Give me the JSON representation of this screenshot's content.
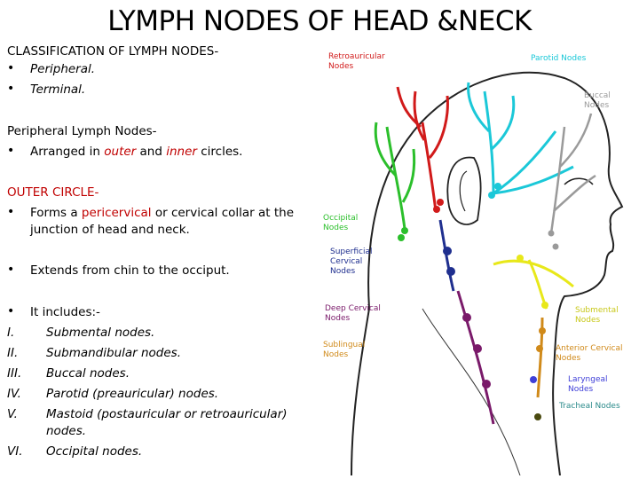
{
  "title": "LYMPH NODES OF HEAD &NECK",
  "classification": {
    "heading": "CLASSIFICATION OF LYMPH NODES-",
    "items": [
      "Peripheral.",
      "Terminal."
    ]
  },
  "peripheral": {
    "heading": "Peripheral Lymph Nodes-",
    "bullet_pre": "Arranged in ",
    "outer": "outer",
    "and": " and ",
    "inner": "inner",
    "bullet_post": " circles."
  },
  "outer_circle": {
    "heading": "OUTER CIRCLE-",
    "b1_pre": "Forms a ",
    "b1_red": "pericervical",
    "b1_post": " or cervical collar at the",
    "b1_line2": "junction of head and neck.",
    "b2": "Extends from chin to the occiput.",
    "b3": "It includes:-",
    "list": [
      {
        "num": "I.",
        "text": "Submental nodes."
      },
      {
        "num": "II.",
        "text": "Submandibular nodes."
      },
      {
        "num": "III.",
        "text": "Buccal nodes."
      },
      {
        "num": "IV.",
        "text": "Parotid (preauricular) nodes."
      },
      {
        "num": "V.",
        "text": "Mastoid (postauricular or retroauricular)"
      },
      {
        "num": "",
        "text": "nodes."
      },
      {
        "num": "VI.",
        "text": "Occipital nodes."
      }
    ]
  },
  "diagram": {
    "labels": {
      "retro1": "Retroauricular",
      "retro2": "Nodes",
      "parotid": "Parotid Nodes",
      "buccal1": "Buccal",
      "buccal2": "Nodes",
      "occ1": "Occipital",
      "occ2": "Nodes",
      "sup1": "Superficial",
      "sup2": "Cervical",
      "sup3": "Nodes",
      "deep1": "Deep Cervical",
      "deep2": "Nodes",
      "subm1": "Submental",
      "subm2": "Nodes",
      "subl1": "Sublingual",
      "subl2": "Nodes",
      "ant1": "Anterior Cervical",
      "ant2": "Nodes",
      "lar1": "Laryngeal",
      "lar2": "Nodes",
      "trach": "Tracheal Nodes"
    },
    "colors": {
      "retro": "#d11a1a",
      "parotid": "#1bc8d8",
      "buccal": "#9a9a9a",
      "occipital": "#2bbf2b",
      "superficial": "#1f2f8f",
      "submental": "#e8e81a",
      "deep": "#7a1a6a",
      "submandibular": "#d08a1a",
      "laryngeal": "#3f3fd8",
      "tracheal": "#4a4a10"
    }
  }
}
